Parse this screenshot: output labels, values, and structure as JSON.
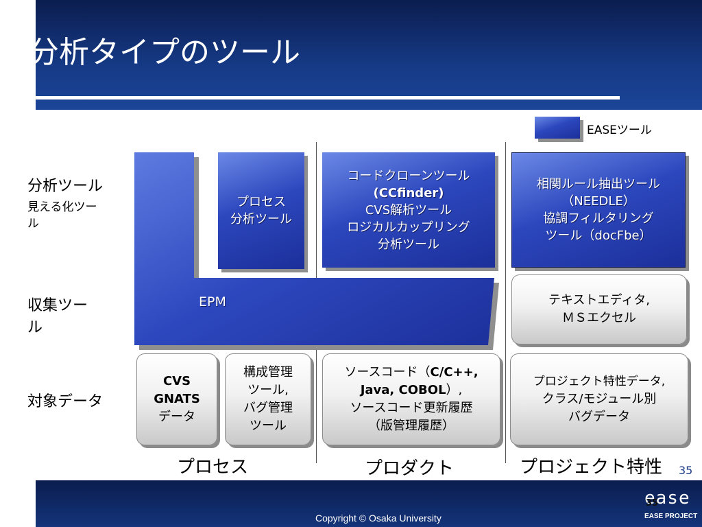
{
  "slide": {
    "title": "分析タイプのツール",
    "page_number": "35",
    "copyright": "Copyright ©  Osaka University",
    "logo": {
      "mark": "ease",
      "text": "EASE PROJECT"
    }
  },
  "legend": {
    "label": "EASEツール"
  },
  "row_labels": {
    "analysis": "分析ツール",
    "analysis_sub_1": "見える化ツー",
    "analysis_sub_2": "ル",
    "collection_1": "収集ツー",
    "collection_2": "ル",
    "target": "対象データ"
  },
  "column_labels": {
    "process": "プロセス",
    "product": "プロダクト",
    "project": "プロジェクト特性"
  },
  "boxes": {
    "process_analysis": {
      "line1": "プロセス",
      "line2": "分析ツール"
    },
    "epm": {
      "label": "EPM"
    },
    "product_analysis": {
      "line1": "コードクローンツール",
      "line2": "(CCfinder)",
      "line3": "CVS解析ツール",
      "line4": "ロジカルカップリング",
      "line5": "分析ツール"
    },
    "project_analysis": {
      "line1": "相関ルール抽出ツール",
      "line2": "（NEEDLE）",
      "line3": "協調フィルタリング",
      "line4": "ツール（docFbe）"
    },
    "project_collection": {
      "line1": "テキストエディタ,",
      "line2": "ＭＳエクセル"
    },
    "target_cvs": {
      "line1": "CVS",
      "line2": "GNATS",
      "line3": "データ"
    },
    "target_config": {
      "line1": "構成管理",
      "line2": "ツール,",
      "line3": "バグ管理",
      "line4": "ツール"
    },
    "target_source": {
      "line1_a": "ソースコード（",
      "line1_b": "C/C++,",
      "line2_a": "Java, COBOL",
      "line2_b": "）,",
      "line3": "ソースコード更新履歴",
      "line4": "（版管理履歴）"
    },
    "target_project": {
      "line1": "プロジェクト特性データ,",
      "line2": "クラス/モジュール別",
      "line3": "バグデータ"
    }
  }
}
